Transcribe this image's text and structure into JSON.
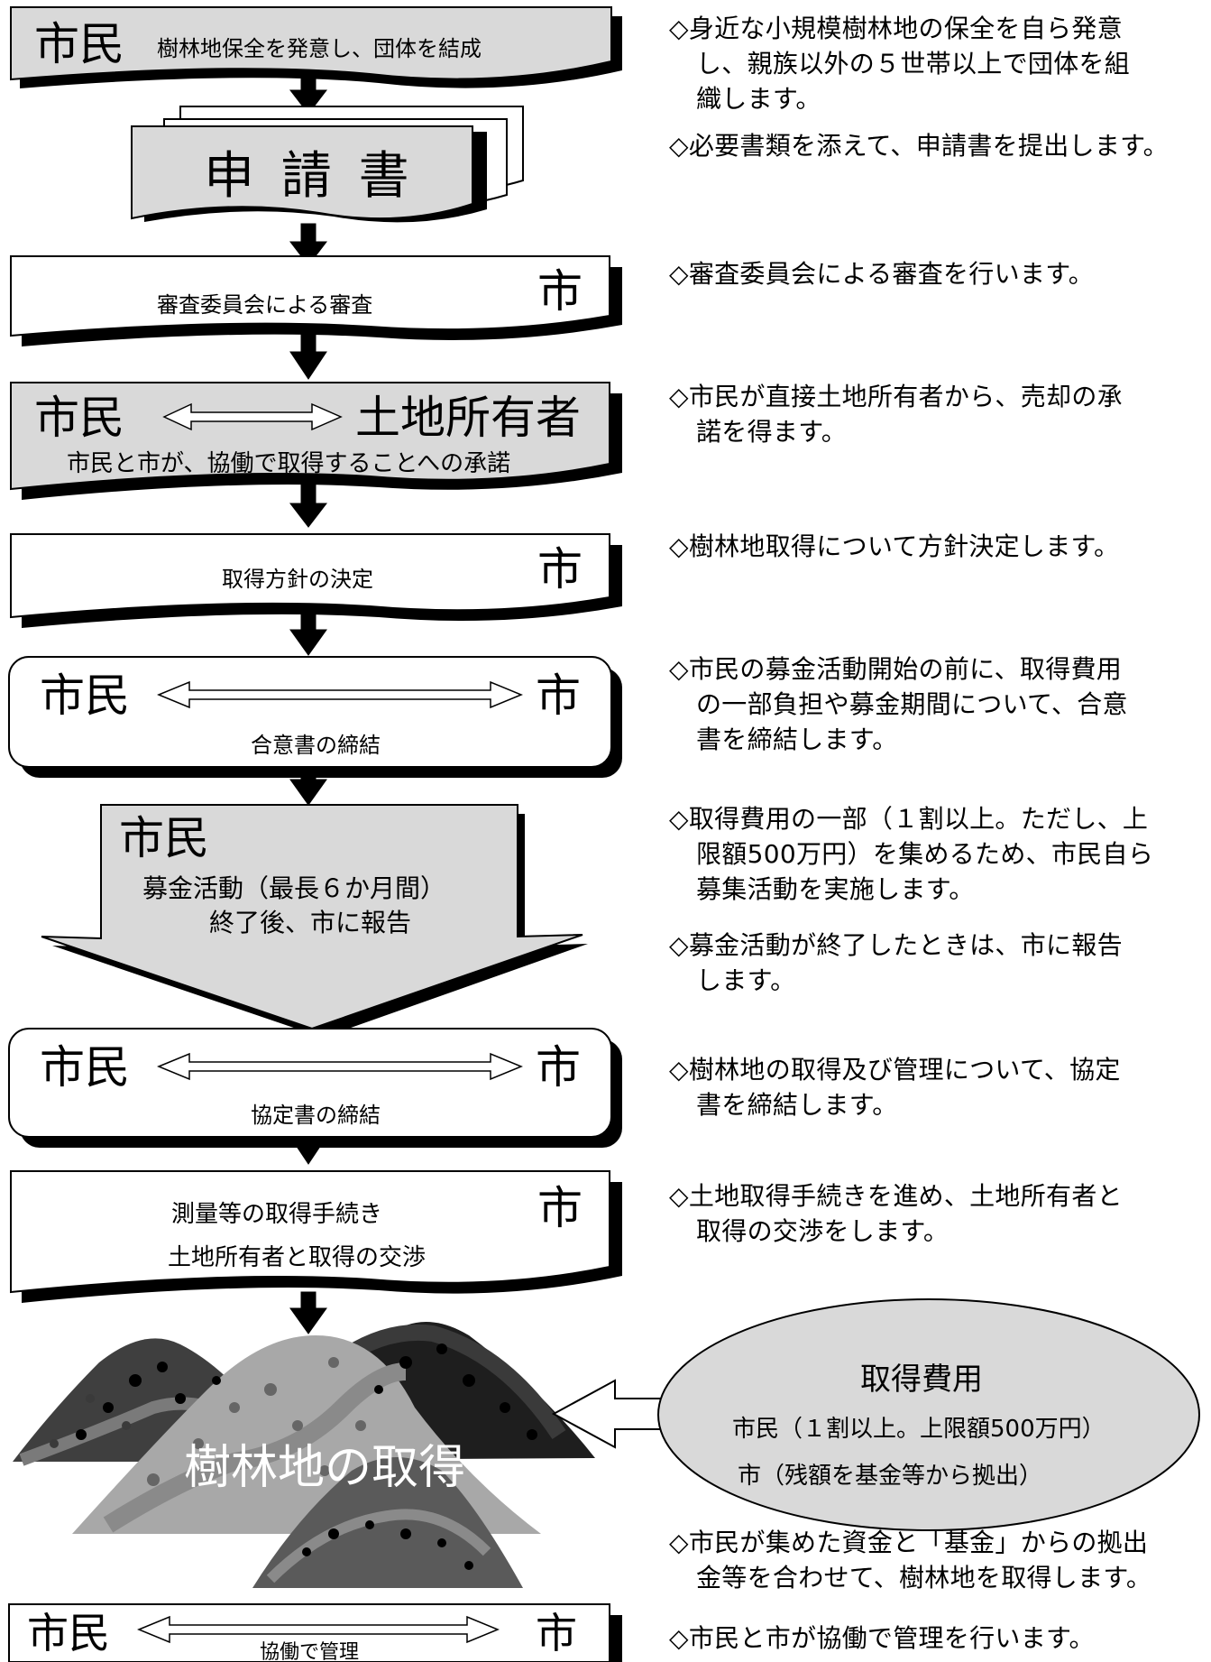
{
  "steps": [
    {
      "actor": "市民",
      "text": "樹林地保全を発意し、団体を結成"
    },
    {
      "text": "申 請 書"
    },
    {
      "actor": "市",
      "text": "審査委員会による審査"
    },
    {
      "left": "市民",
      "right": "土地所有者",
      "text": "市民と市が、協働で取得することへの承諾"
    },
    {
      "actor": "市",
      "text": "取得方針の決定"
    },
    {
      "left": "市民",
      "right": "市",
      "text": "合意書の締結"
    },
    {
      "actor": "市民",
      "text1": "募金活動（最長６か月間）",
      "text2": "終了後、市に報告"
    },
    {
      "left": "市民",
      "right": "市",
      "text": "協定書の締結"
    },
    {
      "actor": "市",
      "text1": "測量等の取得手続き",
      "text2": "土地所有者と取得の交渉"
    },
    {
      "text": "樹林地の取得"
    },
    {
      "left": "市民",
      "right": "市",
      "text": "協働で管理"
    }
  ],
  "cost": {
    "title": "取得費用",
    "line1": "市民（１割以上。上限額500万円）",
    "line2": "市（残額を基金等から拠出）"
  },
  "descriptions": [
    {
      "lines": [
        "◇身近な小規模樹林地の保全を自ら発意",
        "し、親族以外の５世帯以上で団体を組",
        "織します。"
      ]
    },
    {
      "lines": [
        "◇必要書類を添えて、申請書を提出します。"
      ]
    },
    {
      "lines": [
        "◇審査委員会による審査を行います。"
      ]
    },
    {
      "lines": [
        "◇市民が直接土地所有者から、売却の承",
        "諾を得ます。"
      ]
    },
    {
      "lines": [
        "◇樹林地取得について方針決定します。"
      ]
    },
    {
      "lines": [
        "◇市民の募金活動開始の前に、取得費用",
        "の一部負担や募金期間について、合意",
        "書を締結します。"
      ]
    },
    {
      "lines": [
        "◇取得費用の一部（１割以上。ただし、上",
        "限額500万円）を集めるため、市民自ら",
        "募集活動を実施します。"
      ]
    },
    {
      "lines": [
        "◇募金活動が終了したときは、市に報告",
        "します。"
      ]
    },
    {
      "lines": [
        "◇樹林地の取得及び管理について、協定",
        "書を締結します。"
      ]
    },
    {
      "lines": [
        "◇土地取得手続きを進め、土地所有者と",
        "取得の交渉をします。"
      ]
    },
    {
      "lines": [
        "◇市民が集めた資金と「基金」からの拠出",
        "金等を合わせて、樹林地を取得します。"
      ]
    },
    {
      "lines": [
        "◇市民と市が協働で管理を行います。"
      ]
    }
  ],
  "colors": {
    "gray_box": "#d9d9d9",
    "shadow": "#000000",
    "forest_dark": "#3f3f3f",
    "forest_mid": "#7a7a7a",
    "forest_light": "#a8a8a8"
  }
}
